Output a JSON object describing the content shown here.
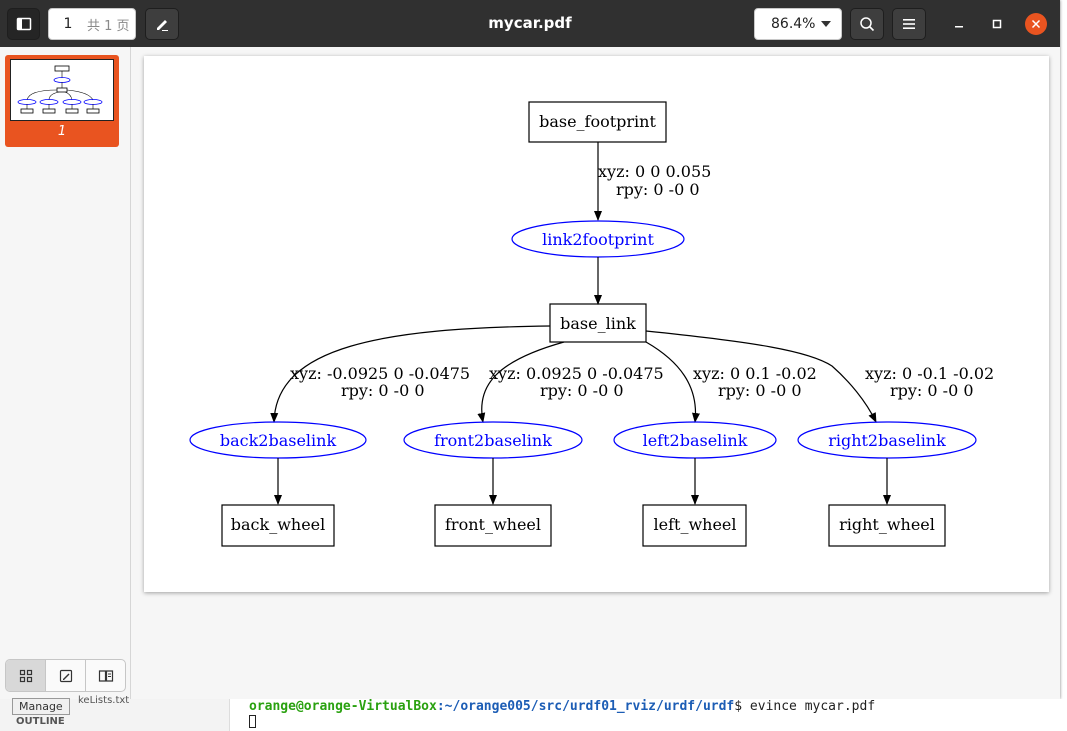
{
  "window": {
    "title": "mycar.pdf",
    "page_current": "1",
    "page_total": "共 1 页",
    "zoom": "86.4%"
  },
  "sidebar": {
    "thumbnail_label": "1"
  },
  "graph": {
    "nodes": {
      "base_footprint": "base_footprint",
      "link2footprint": "link2footprint",
      "base_link": "base_link",
      "back2baselink": "back2baselink",
      "front2baselink": "front2baselink",
      "left2baselink": "left2baselink",
      "right2baselink": "right2baselink",
      "back_wheel": "back_wheel",
      "front_wheel": "front_wheel",
      "left_wheel": "left_wheel",
      "right_wheel": "right_wheel"
    },
    "edges": {
      "footprint_xyz": "xyz: 0 0 0.055",
      "footprint_rpy": "rpy: 0 -0 0",
      "back_xyz": "xyz: -0.0925 0 -0.0475",
      "back_rpy": "rpy: 0 -0 0",
      "front_xyz": "xyz: 0.0925 0 -0.0475",
      "front_rpy": "rpy: 0 -0 0",
      "left_xyz": "xyz: 0 0.1 -0.02",
      "left_rpy": "rpy: 0 -0 0",
      "right_xyz": "xyz: 0 -0.1 -0.02",
      "right_rpy": "rpy: 0 -0 0"
    },
    "joint_color": "#0000ff",
    "link_color": "#000000"
  },
  "terminal": {
    "user_host": "orange@orange-VirtualBox",
    "path": ":~/orange005/src/urdf01_rviz/urdf/urdf",
    "command": "$ evince mycar.pdf",
    "side_file": "keLists.txt",
    "side_outline": "OUTLINE"
  },
  "tooltip": {
    "text": "Manage"
  }
}
